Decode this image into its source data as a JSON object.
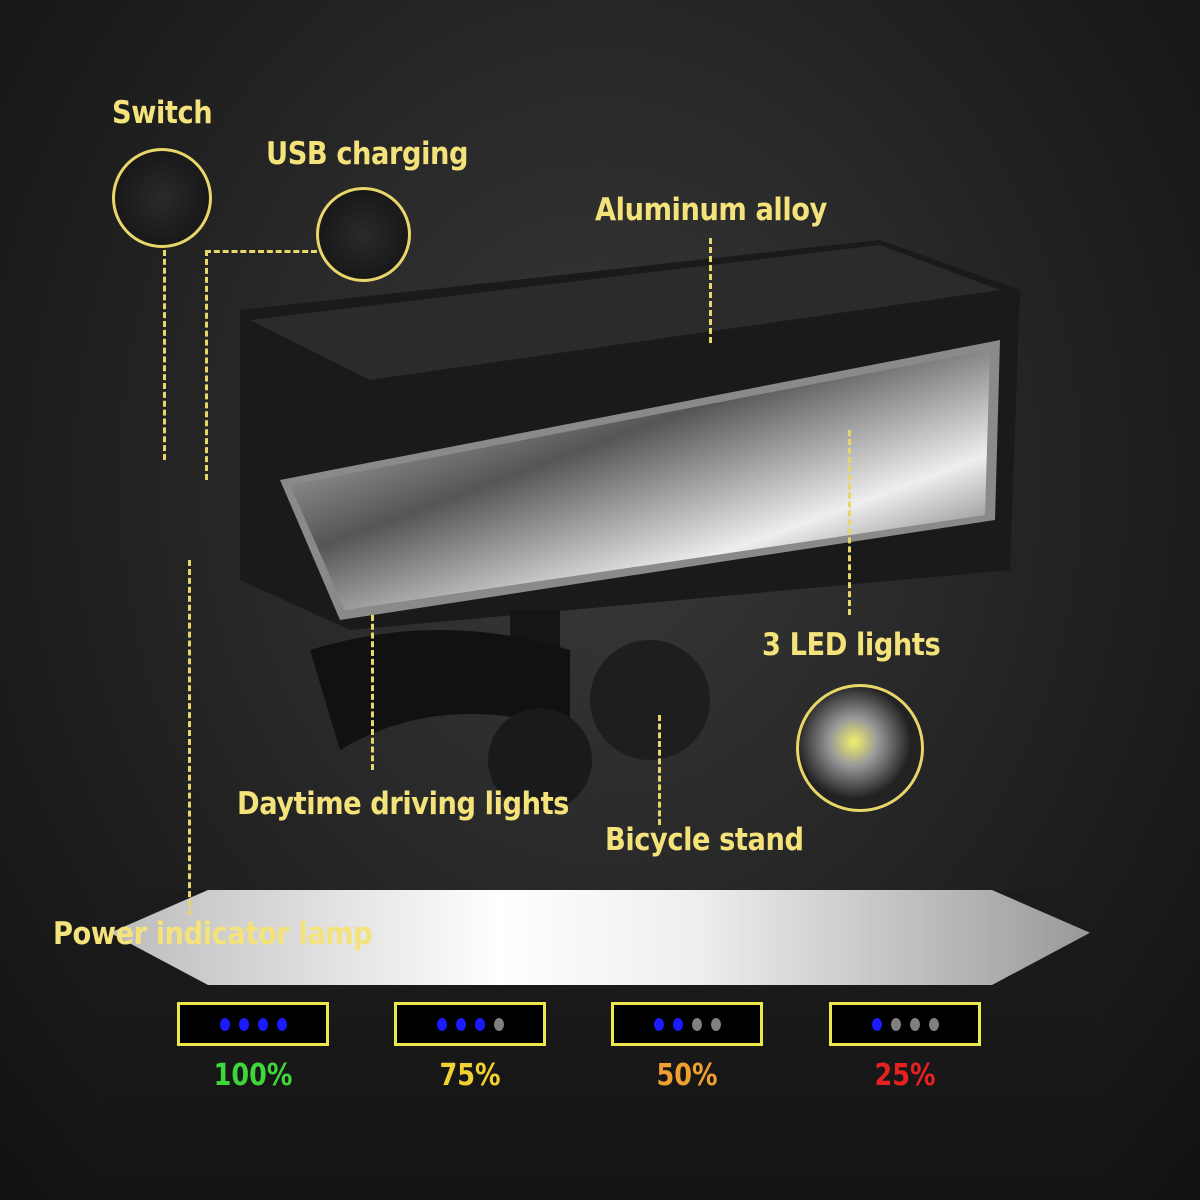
{
  "labels": {
    "switch": "Switch",
    "usb": "USB charging",
    "aluminum": "Aluminum alloy",
    "led": "3 LED lights",
    "daytime": "Daytime driving lights",
    "stand": "Bicycle stand",
    "power": "Power indicator lamp"
  },
  "colors": {
    "label": "#f4e27a",
    "led_on": "#1a1aff",
    "led_off": "#808080",
    "frame": "#ece84a"
  },
  "battery_levels": [
    {
      "label": "100%",
      "lit": 4,
      "color": "#3ed63a"
    },
    {
      "label": "75%",
      "lit": 3,
      "color": "#f2d232"
    },
    {
      "label": "50%",
      "lit": 2,
      "color": "#f0a030"
    },
    {
      "label": "25%",
      "lit": 1,
      "color": "#e82020"
    }
  ]
}
